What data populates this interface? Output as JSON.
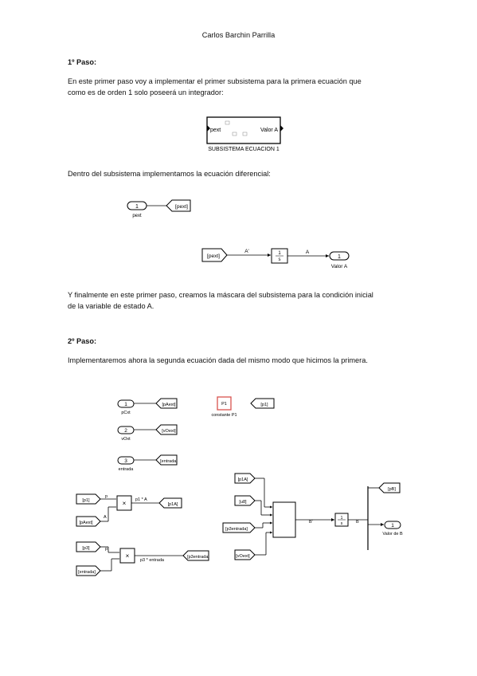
{
  "header": {
    "author": "Carlos Barchin Parrilla"
  },
  "step1": {
    "heading": "1º Paso:",
    "intro_line1": "En este primer paso voy a implementar el primer subsistema para la primera ecuación que",
    "intro_line2": "como es de orden 1 solo poseerá un integrador:",
    "subsystem": {
      "in_port": "pext",
      "out_port": "Valor A",
      "caption": "SUBSISTEMA ECUACION 1"
    },
    "inside_text": "Dentro del subsistema implementamos la ecuación diferencial:",
    "inport": {
      "num": "1",
      "label": "pext",
      "tag": "[pext]"
    },
    "chain": {
      "from": "[pext]",
      "signal_in": "A'",
      "integrator_num": "1",
      "integrator_den": "s",
      "signal_out": "A",
      "outport_num": "1",
      "outport_label": "Valor A"
    },
    "final_line1": "Y finalmente en este primer paso, creamos la máscara del subsistema para la condición inicial",
    "final_line2": "de la variable de estado A."
  },
  "step2": {
    "heading": "2º Paso:",
    "intro": "Implementaremos ahora la segunda ecuación dada del mismo modo que hicimos la primera.",
    "inports": [
      {
        "num": "1",
        "label": "pCxt",
        "tag": "[pAext]"
      },
      {
        "num": "2",
        "label": "vOxt",
        "tag": "[vOext]"
      },
      {
        "num": "3",
        "label": "entrada",
        "tag": "[entrada]"
      }
    ],
    "constant": {
      "value": "P1",
      "label": "constante P1",
      "tag": "[p1]"
    },
    "product1": {
      "in1": "[p1]",
      "in2": "[pAext]",
      "sig1": "p",
      "sig2": "A",
      "sym": "×",
      "out_label": "p1 * A",
      "tag": "[p1A]"
    },
    "product2": {
      "in1": "[p3]",
      "in2": "[entrada]",
      "sig1": "p",
      "sym": "×",
      "out_label": "p3 * entrada",
      "tag": "[p3entrada]"
    },
    "sum_inputs": [
      "[p1A]",
      "[u8]",
      "[p3entrada]",
      "[vOext]"
    ],
    "sum_out": "B'",
    "integrator": {
      "num": "1",
      "den": "s"
    },
    "integ_out": "B",
    "out_tag": "[pB]",
    "outport": {
      "num": "1",
      "label": "Valor de B"
    }
  }
}
